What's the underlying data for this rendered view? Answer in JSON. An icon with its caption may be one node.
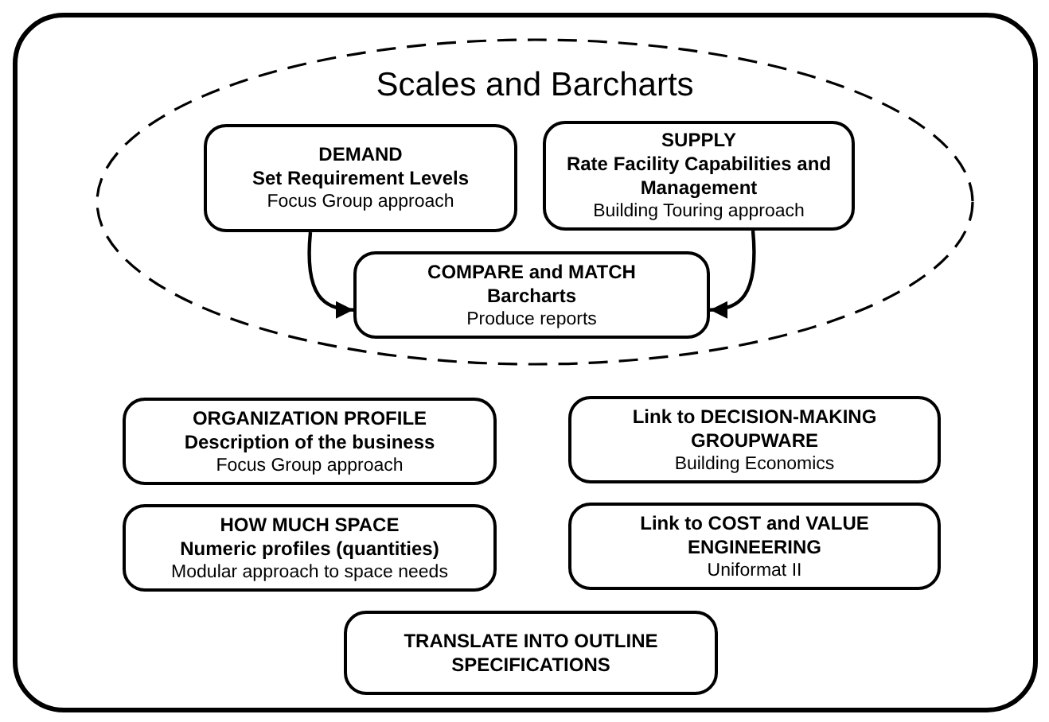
{
  "diagram": {
    "nodes": [
      {
        "text": [],
        "shape": "box"
      },
      {
        "text": [
          "Scales and Barcharts"
        ],
        "in": 0
      },
      {
        "text": [
          "DEMAND",
          "Set Requirement Levels",
          "Focus Group approach"
        ],
        "in": 1
      },
      {
        "text": [
          "SUPPLY",
          "Rate Facility Capabilities and Management",
          "Building Touring approach"
        ],
        "in": 1
      },
      {
        "text": [
          "COMPARE and MATCH",
          "Barcharts",
          "Produce reports"
        ],
        "in": 1
      },
      {
        "text": [
          "ORGANIZATION PROFILE",
          "Description of the business",
          "Focus Group approach"
        ],
        "in": 0
      },
      {
        "text": [
          "Link to DECISION-MAKING GROUPWARE",
          "Building Economics"
        ],
        "in": 0
      },
      {
        "text": [
          "HOW MUCH SPACE",
          "Numeric profiles (quantities)",
          "Modular approach to space needs"
        ],
        "in": 0
      },
      {
        "text": [
          "Link to COST and VALUE ENGINEERING",
          "Uniformat II"
        ],
        "in": 0
      },
      {
        "text": [
          "TRANSLATE INTO OUTLINE SPECIFICATIONS"
        ],
        "in": 0
      }
    ],
    "edges": [
      {
        "from": 2,
        "to": 4,
        "arrow": "to"
      },
      {
        "from": 3,
        "to": 4,
        "arrow": "to"
      }
    ]
  }
}
